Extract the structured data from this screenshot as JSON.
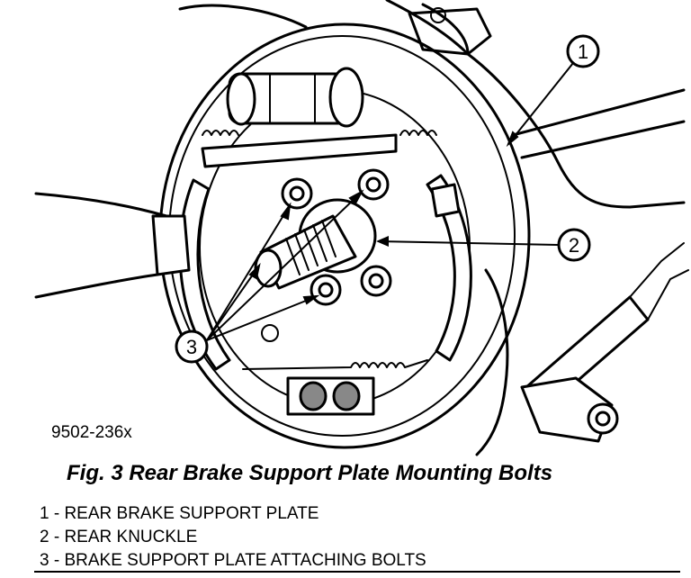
{
  "figure": {
    "code": "9502-236x",
    "caption": "Fig. 3 Rear Brake Support Plate Mounting Bolts"
  },
  "callouts": [
    {
      "number": "1"
    },
    {
      "number": "2"
    },
    {
      "number": "3"
    }
  ],
  "legend": [
    {
      "text": "1 - REAR BRAKE SUPPORT PLATE"
    },
    {
      "text": "2 - REAR KNUCKLE"
    },
    {
      "text": "3 - BRAKE SUPPORT PLATE ATTACHING BOLTS"
    }
  ]
}
